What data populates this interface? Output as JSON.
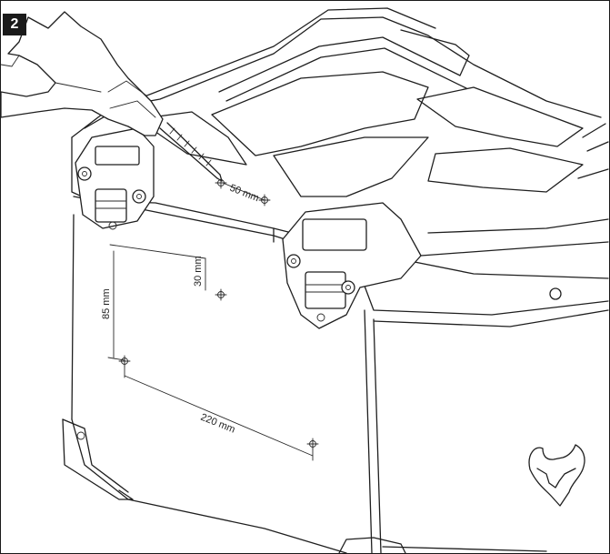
{
  "step": {
    "number": "2"
  },
  "dimensions": {
    "hole_spacing_top": "50 mm",
    "vertical_offset": "30 mm",
    "vertical_spacing": "85 mm",
    "horizontal_spacing": "220 mm"
  },
  "colors": {
    "line": "#1f1f1f",
    "background": "#ffffff",
    "badge": "#1a1a1a"
  },
  "icons": [
    "hand-icon",
    "drill-bit-icon",
    "brand-logo-icon",
    "hole-marker-icon"
  ]
}
